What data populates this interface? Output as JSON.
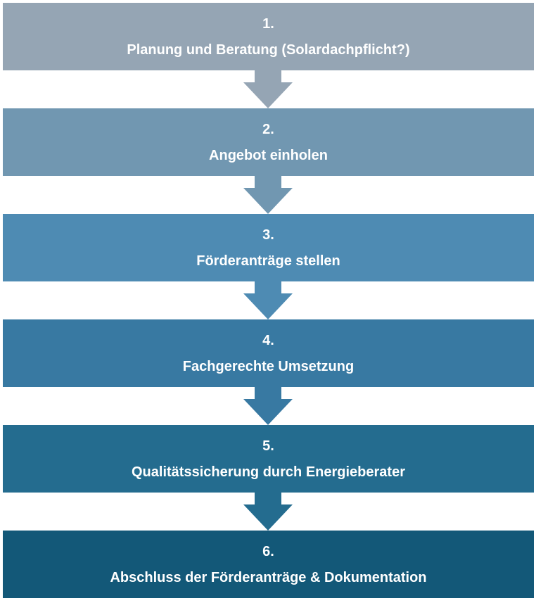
{
  "steps": [
    {
      "number": "1.",
      "label": "Planung und Beratung (Solardachpflicht?)",
      "color": "#95A5B4"
    },
    {
      "number": "2.",
      "label": "Angebot einholen",
      "color": "#7197B1"
    },
    {
      "number": "3.",
      "label": "Förderanträge stellen",
      "color": "#4E8BB3"
    },
    {
      "number": "4.",
      "label": "Fachgerechte Umsetzung",
      "color": "#3879A2"
    },
    {
      "number": "5.",
      "label": "Qualitätssicherung durch Energieberater",
      "color": "#246C8F"
    },
    {
      "number": "6.",
      "label": "Abschluss der Förderanträge & Dokumentation",
      "color": "#135878"
    }
  ],
  "arrows": [
    {
      "color": "#95A5B4"
    },
    {
      "color": "#7197B1"
    },
    {
      "color": "#4E8BB3"
    },
    {
      "color": "#3879A2"
    },
    {
      "color": "#246C8F"
    }
  ]
}
